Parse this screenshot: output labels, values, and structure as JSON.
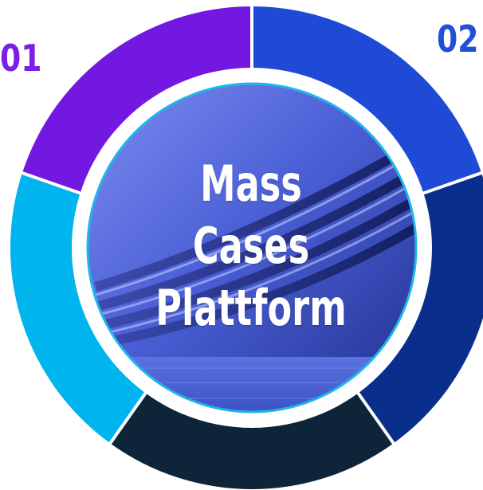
{
  "numbers": {
    "first": "01",
    "second": "02"
  },
  "center": {
    "line1": "Mass",
    "line2": "Cases",
    "line3": "Plattform"
  },
  "colors": {
    "segment_purple": "#7218e0",
    "segment_royal_blue": "#1f4ad6",
    "segment_navy": "#0a2e8c",
    "segment_dark_navy": "#0e2438",
    "segment_cyan": "#00b4ee",
    "number_purple": "#7b1ee6",
    "number_blue": "#2150d8",
    "center_rim": "#20b6ea"
  }
}
